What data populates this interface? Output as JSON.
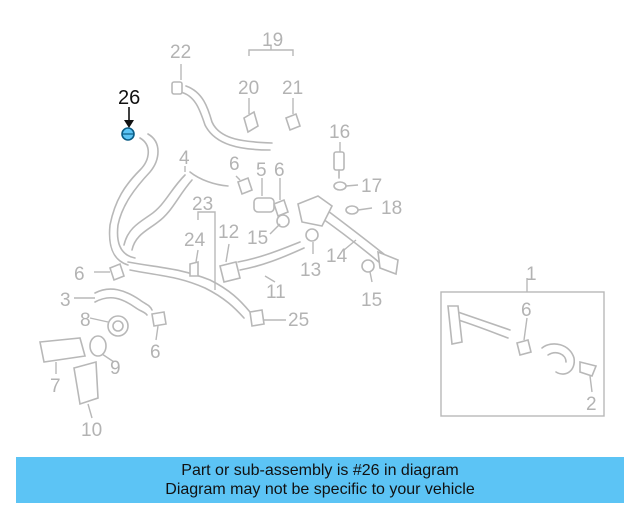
{
  "callouts": {
    "c1": "1",
    "c2": "2",
    "c3": "3",
    "c4": "4",
    "c5": "5",
    "c6a": "6",
    "c6b": "6",
    "c6c": "6",
    "c6d": "6",
    "c6e": "6",
    "c7": "7",
    "c8": "8",
    "c9": "9",
    "c10": "10",
    "c11": "11",
    "c12": "12",
    "c13": "13",
    "c14": "14",
    "c15a": "15",
    "c15b": "15",
    "c16": "16",
    "c17": "17",
    "c18": "18",
    "c19": "19",
    "c20": "20",
    "c21": "21",
    "c22": "22",
    "c23": "23",
    "c24": "24",
    "c25": "25",
    "c26": "26"
  },
  "highlight_color": "#5cc4f5",
  "banner": {
    "line1": "Part or sub-assembly is #26 in diagram",
    "line2": "Diagram may not be specific to your vehicle"
  }
}
